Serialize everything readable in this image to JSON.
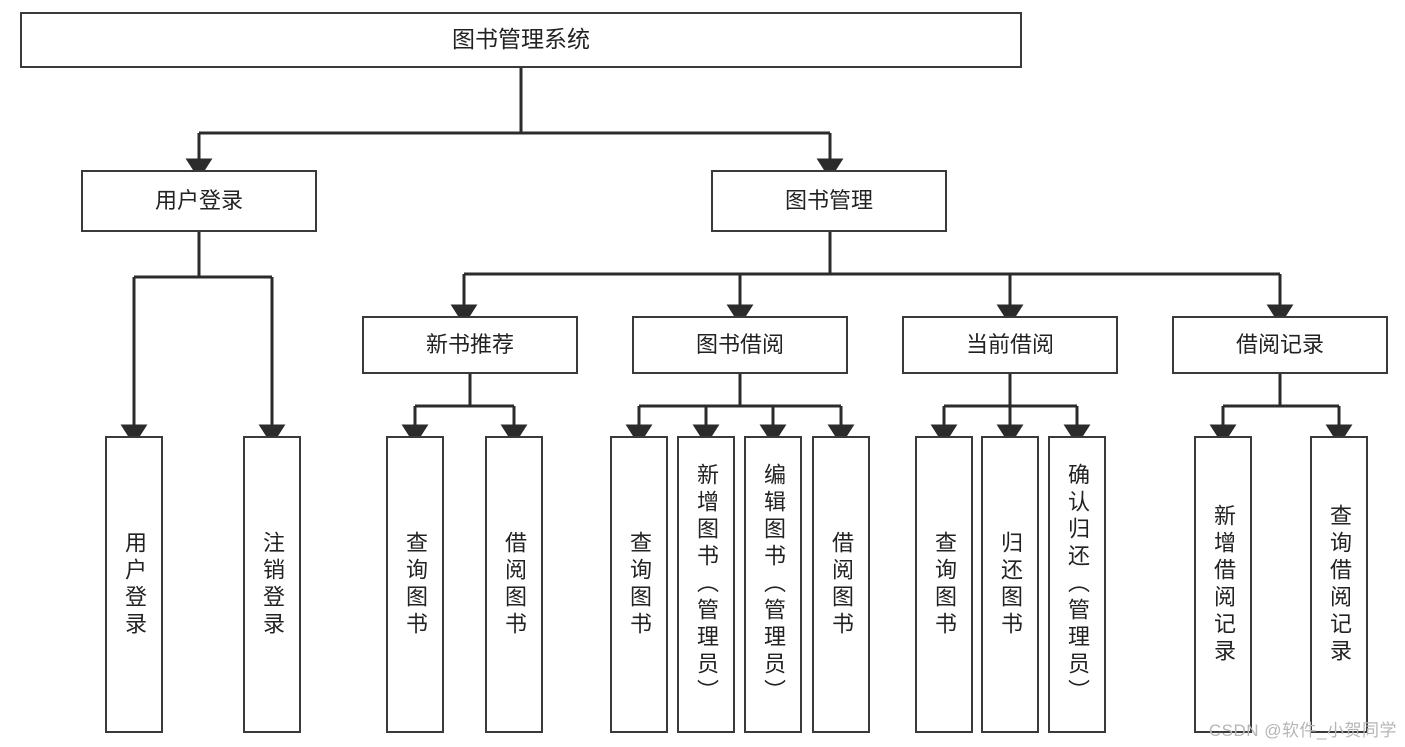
{
  "diagram": {
    "title": "图书管理系统",
    "type": "tree",
    "watermark": "CSDN @软件_小贺同学",
    "colors": {
      "box_border": "#3a3a3a",
      "box_fill": "#ffffff",
      "connector": "#2b2b2b",
      "text": "#222222",
      "watermark": "#b6b6b6"
    },
    "root": {
      "label": "图书管理系统"
    },
    "level2": [
      {
        "label": "用户登录"
      },
      {
        "label": "图书管理"
      }
    ],
    "level3": [
      {
        "label": "新书推荐"
      },
      {
        "label": "图书借阅"
      },
      {
        "label": "当前借阅"
      },
      {
        "label": "借阅记录"
      }
    ],
    "leaves": [
      {
        "label": "用户登录",
        "parent": "用户登录"
      },
      {
        "label": "注销登录",
        "parent": "用户登录"
      },
      {
        "label": "查询图书",
        "parent": "新书推荐"
      },
      {
        "label": "借阅图书",
        "parent": "新书推荐"
      },
      {
        "label": "查询图书",
        "parent": "图书借阅"
      },
      {
        "label": "新增图书（管理员）",
        "parent": "图书借阅"
      },
      {
        "label": "编辑图书（管理员）",
        "parent": "图书借阅"
      },
      {
        "label": "借阅图书",
        "parent": "图书借阅"
      },
      {
        "label": "查询图书",
        "parent": "当前借阅"
      },
      {
        "label": "归还图书",
        "parent": "当前借阅"
      },
      {
        "label": "确认归还（管理员）",
        "parent": "当前借阅"
      },
      {
        "label": "新增借阅记录",
        "parent": "借阅记录"
      },
      {
        "label": "查询借阅记录",
        "parent": "借阅记录"
      }
    ]
  }
}
